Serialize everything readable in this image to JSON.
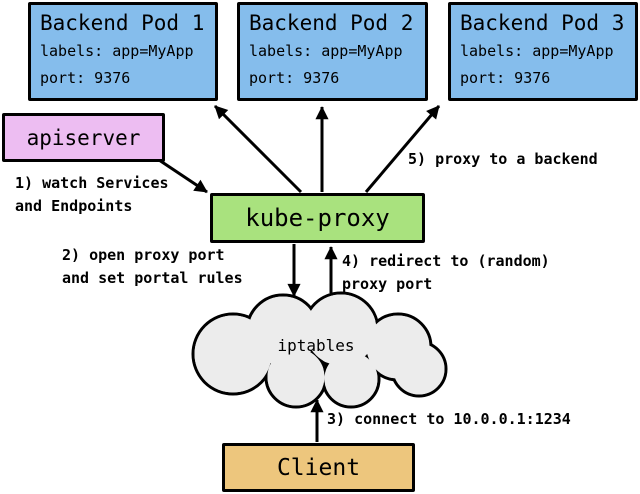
{
  "diagram": {
    "title_hint": "kube-proxy userspace proxy mode flow",
    "pods": [
      {
        "title": "Backend Pod 1",
        "labels": "labels: app=MyApp",
        "port": "port: 9376"
      },
      {
        "title": "Backend Pod 2",
        "labels": "labels: app=MyApp",
        "port": "port: 9376"
      },
      {
        "title": "Backend Pod 3",
        "labels": "labels: app=MyApp",
        "port": "port: 9376"
      }
    ],
    "apiserver": {
      "label": "apiserver"
    },
    "kube_proxy": {
      "label": "kube-proxy"
    },
    "iptables": {
      "label": "iptables"
    },
    "client": {
      "label": "Client"
    },
    "steps": [
      {
        "text": "1) watch Services\nand Endpoints"
      },
      {
        "text": "2) open proxy port\nand set portal rules"
      },
      {
        "text": "3) connect to 10.0.0.1:1234"
      },
      {
        "text": "4) redirect to (random)\nproxy port"
      },
      {
        "text": "5) proxy to a backend"
      }
    ],
    "colors": {
      "pod_fill": "#85bdec",
      "apiserver_fill": "#edbdf2",
      "kube_proxy_fill": "#a9e27e",
      "client_fill": "#edc67d",
      "cloud_fill": "#ececec",
      "line": "#000000",
      "background": "#ffffff"
    }
  }
}
